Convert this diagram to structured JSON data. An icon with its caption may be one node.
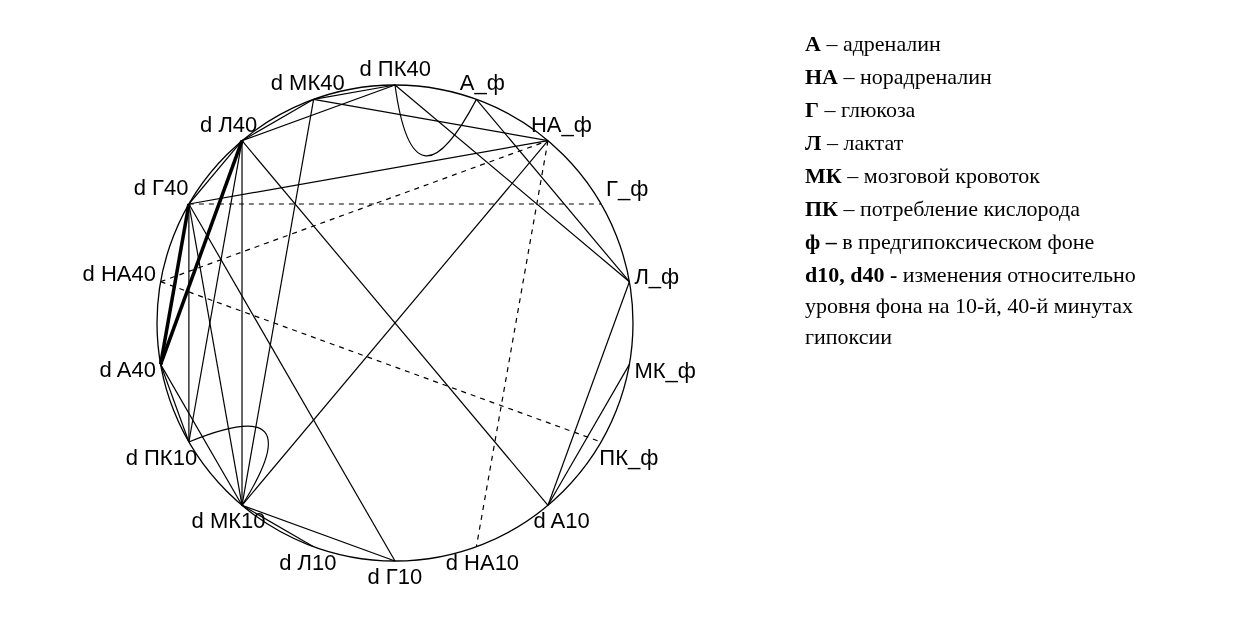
{
  "diagram": {
    "nodes": [
      {
        "text": [
          "d ПК40"
        ]
      },
      {
        "text": [
          "А_ф"
        ]
      },
      {
        "text": [
          "НА_ф"
        ]
      },
      {
        "text": [
          "Г_ф"
        ]
      },
      {
        "text": [
          "Л_ф"
        ]
      },
      {
        "text": [
          "МК_ф"
        ]
      },
      {
        "text": [
          "ПК_ф"
        ]
      },
      {
        "text": [
          "d A10"
        ]
      },
      {
        "text": [
          "d НА10"
        ]
      },
      {
        "text": [
          "d Г10"
        ]
      },
      {
        "text": [
          "d Л10"
        ]
      },
      {
        "text": [
          "d МК10"
        ]
      },
      {
        "text": [
          "d ПК10"
        ]
      },
      {
        "text": [
          "d A40"
        ]
      },
      {
        "text": [
          "d НА40"
        ]
      },
      {
        "text": [
          "d Г40"
        ]
      },
      {
        "text": [
          "d Л40"
        ]
      },
      {
        "text": [
          "d МК40"
        ]
      }
    ],
    "edges": [
      {
        "from": 0,
        "to": 1,
        "arrow": "none"
      },
      {
        "from": 0,
        "to": 4,
        "arrow": "none"
      },
      {
        "from": 1,
        "to": 4,
        "arrow": "none"
      },
      {
        "from": 0,
        "to": 16,
        "arrow": "none"
      },
      {
        "from": 0,
        "to": 17,
        "arrow": "none"
      },
      {
        "from": 17,
        "to": 2,
        "arrow": "none"
      },
      {
        "from": 17,
        "to": 16,
        "arrow": "none"
      },
      {
        "from": 17,
        "to": 11,
        "arrow": "none"
      },
      {
        "from": 16,
        "to": 11,
        "arrow": "none"
      },
      {
        "from": 16,
        "to": 7,
        "arrow": "none"
      },
      {
        "from": 16,
        "to": 13,
        "arrow": "none",
        "style": "thick"
      },
      {
        "from": 15,
        "to": 13,
        "arrow": "none",
        "style": "thick"
      },
      {
        "from": 16,
        "to": 15,
        "arrow": "none"
      },
      {
        "from": 15,
        "to": 2,
        "arrow": "none"
      },
      {
        "from": 15,
        "to": 3,
        "arrow": "none",
        "style": "dashed"
      },
      {
        "from": 15,
        "to": 11,
        "arrow": "none"
      },
      {
        "from": 15,
        "to": 9,
        "arrow": "none"
      },
      {
        "from": 15,
        "to": 12,
        "arrow": "none"
      },
      {
        "from": 14,
        "to": 2,
        "arrow": "none",
        "style": "dashed"
      },
      {
        "from": 14,
        "to": 6,
        "arrow": "none",
        "style": "dashed"
      },
      {
        "from": 2,
        "to": 8,
        "arrow": "none",
        "style": "dashed"
      },
      {
        "from": 2,
        "to": 11,
        "arrow": "none"
      },
      {
        "from": 7,
        "to": 5,
        "arrow": "none"
      },
      {
        "from": 7,
        "to": 4,
        "arrow": "none"
      },
      {
        "from": 13,
        "to": 11,
        "arrow": "none"
      },
      {
        "from": 13,
        "to": 12,
        "arrow": "none"
      },
      {
        "from": 12,
        "to": 16,
        "arrow": "none"
      },
      {
        "from": 12,
        "to": 11,
        "arrow": "none"
      },
      {
        "from": 11,
        "to": 9,
        "arrow": "none"
      },
      {
        "from": 11,
        "to": 10,
        "arrow": "none"
      }
    ],
    "labels": [
      "**А** – адреналин",
      "**НА** – норадреналин",
      "**Г** – глюкоза",
      "**Л** – лактат",
      "**МК** – мозговой кровоток",
      "**ПК** – потребление кислорода",
      "**ф –** в предгипоксическом фоне",
      "**d10, d40 -** изменения относительно уровня фона на 10-й, 40-й минутах гипоксии"
    ]
  }
}
